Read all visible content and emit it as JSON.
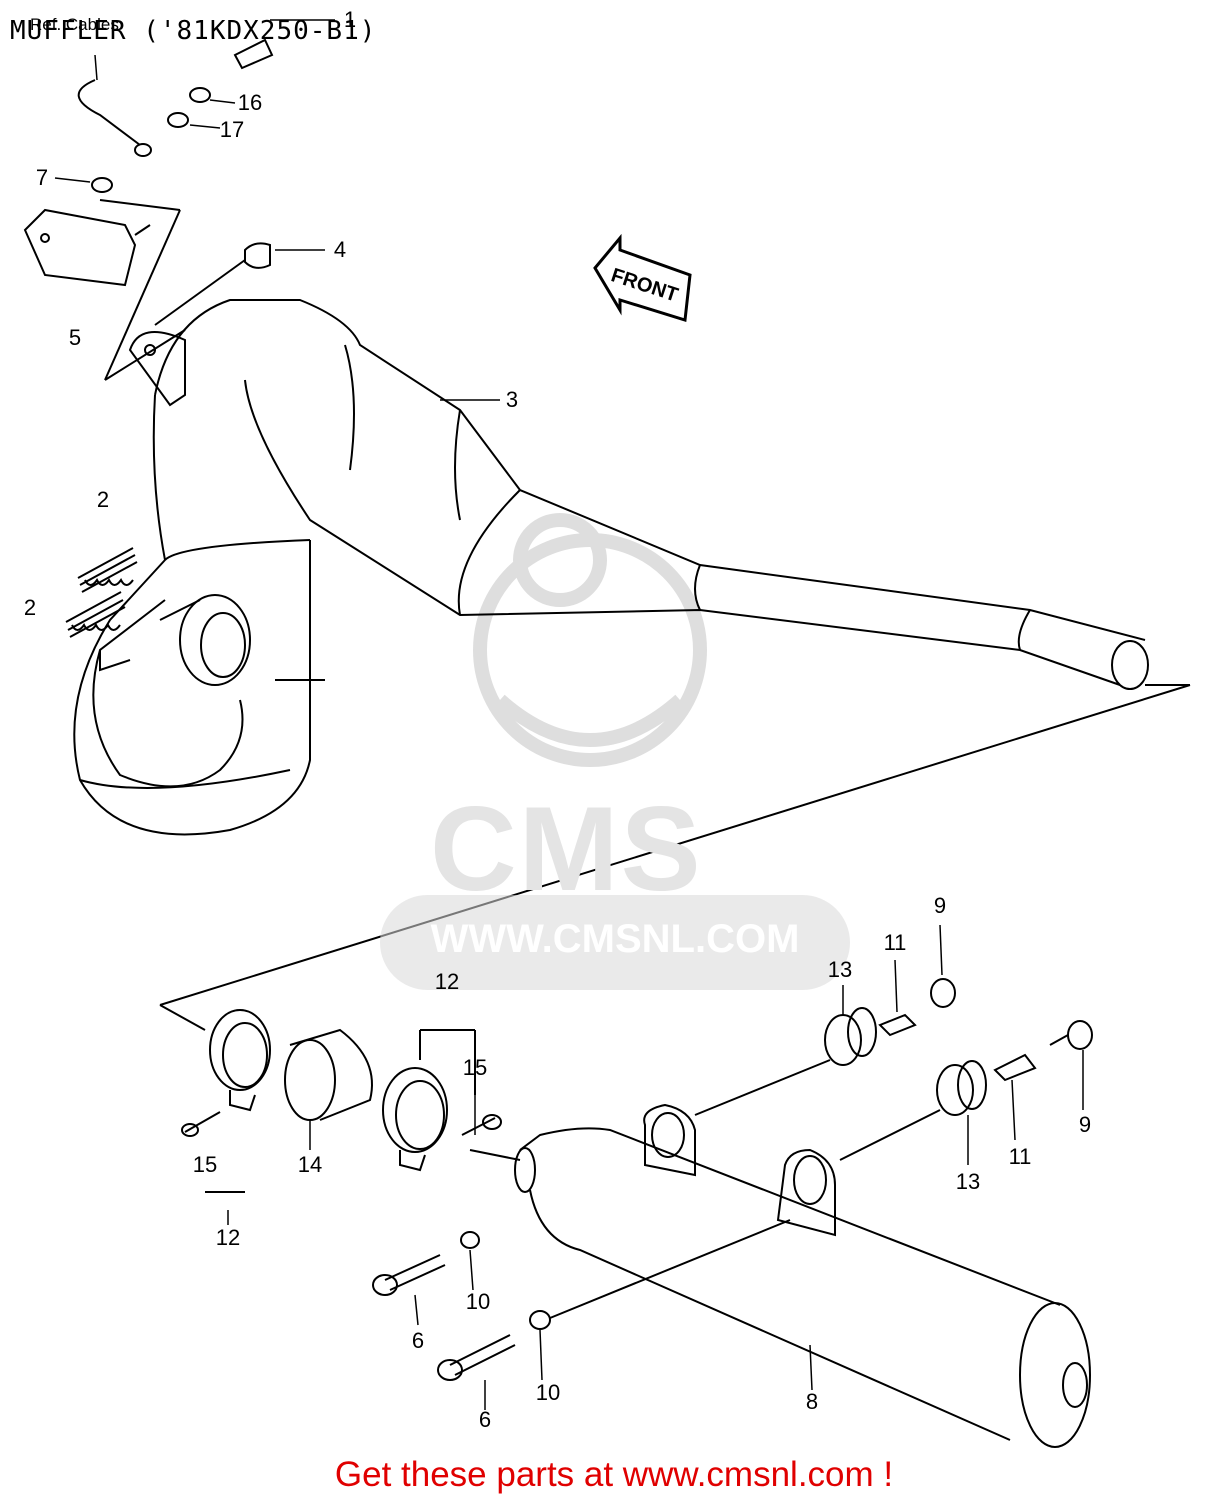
{
  "title": "MUFFLER ('81KDX250-B1)",
  "ref_cables": "Ref. Cables",
  "front_arrow": "FRONT",
  "watermark": {
    "brand": "CMS",
    "url": "WWW.CMSNL.COM"
  },
  "footer": "Get these parts at www.cmsnl.com !",
  "part_labels": {
    "p1": "1",
    "p16": "16",
    "p17": "17",
    "p7": "7",
    "p4": "4",
    "p5": "5",
    "p3": "3",
    "p2a": "2",
    "p2b": "2",
    "p12a": "12",
    "p15a": "15",
    "p13a": "13",
    "p11a": "11",
    "p9a": "9",
    "p9b": "9",
    "p11b": "11",
    "p13b": "13",
    "p15b": "15",
    "p14": "14",
    "p12b": "12",
    "p10a": "10",
    "p6a": "6",
    "p10b": "10",
    "p6b": "6",
    "p8": "8"
  }
}
